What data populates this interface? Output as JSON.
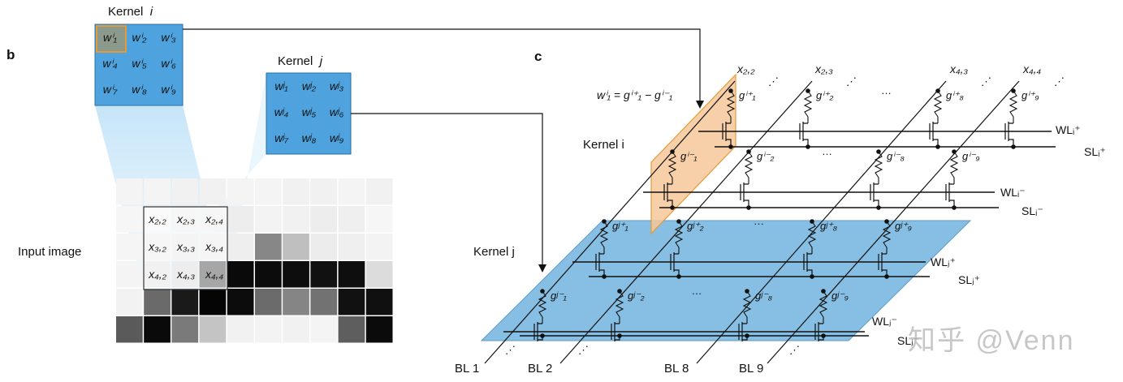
{
  "panels": {
    "b": "b",
    "c": "c"
  },
  "kernel_i": {
    "title": "Kernel",
    "index": "i",
    "weights": [
      "w1i",
      "w2i",
      "w3i",
      "w4i",
      "w5i",
      "w6i",
      "w7i",
      "w8i",
      "w9i"
    ],
    "weight_labels": [
      "wⁱ₁",
      "wⁱ₂",
      "wⁱ₃",
      "wⁱ₄",
      "wⁱ₅",
      "wⁱ₆",
      "wⁱ₇",
      "wⁱ₈",
      "wⁱ₉"
    ]
  },
  "kernel_j": {
    "title": "Kernel",
    "index": "j",
    "weight_labels": [
      "wʲ₁",
      "wʲ₂",
      "wʲ₃",
      "wʲ₄",
      "wʲ₅",
      "wʲ₆",
      "wʲ₇",
      "wʲ₈",
      "wʲ₉"
    ]
  },
  "input_image": {
    "label": "Input image",
    "patch_labels": [
      "x₂,₂",
      "x₂,₃",
      "x₂,₄",
      "x₃,₂",
      "x₃,₃",
      "x₃,₄",
      "x₄,₂",
      "x₄,₃",
      "x₄,₄"
    ],
    "grid_gray": [
      [
        "#f4f4f4",
        "#f4f4f4",
        "#f1f1f1",
        "#f1f1f1",
        "#f4f4f4",
        "#f4f4f4",
        "#f1f1f1",
        "#f1f1f1",
        "#f4f4f4",
        "#f1f1f1"
      ],
      [
        "#f6f6f6",
        "#f3f3f3",
        "#ececec",
        "#ececec",
        "#ededed",
        "#f3f3f3",
        "#f1f1f1",
        "#ededed",
        "#efefef",
        "#f6f6f6"
      ],
      [
        "#f5f5f5",
        "#eaeaea",
        "#e6e6e6",
        "#e9e9e9",
        "#eeeeee",
        "#878787",
        "#bfbfbf",
        "#ececec",
        "#efefef",
        "#f3f3f3"
      ],
      [
        "#f4f4f4",
        "#e0e0e0",
        "#d8d8d8",
        "#3a3a3a",
        "#0a0a0a",
        "#0c0c0c",
        "#0d0d0d",
        "#111111",
        "#0e0e0e",
        "#dcdcdc"
      ],
      [
        "#f2f2f2",
        "#6a6a6a",
        "#1a1a1a",
        "#050505",
        "#0c0c0c",
        "#6b6b6b",
        "#858585",
        "#727272",
        "#111111",
        "#101010"
      ],
      [
        "#5a5a5a",
        "#0a0a0a",
        "#7a7a7a",
        "#c4c4c4",
        "#f1f1f1",
        "#f3f3f3",
        "#f1f1f1",
        "#f4f4f4",
        "#5e5e5e",
        "#0b0b0b"
      ]
    ]
  },
  "crossbar": {
    "equation": "wⁱ₁ = gⁱ⁺₁ − gⁱ⁻₁",
    "kernel_i_label": "Kernel i",
    "kernel_j_label": "Kernel j",
    "top_inputs": [
      "x₂,₂",
      "x₂,₃",
      "x₄,₃",
      "x₄,₄"
    ],
    "rows": {
      "i_plus": {
        "conductances": [
          "gⁱ⁺₁",
          "gⁱ⁺₂",
          "gⁱ⁺₈",
          "gⁱ⁺₉"
        ],
        "wl": "WLᵢ⁺",
        "sl": "SLᵢ⁺"
      },
      "i_minus": {
        "conductances": [
          "gⁱ⁻₁",
          "gⁱ⁻₂",
          "gⁱ⁻₈",
          "gⁱ⁻₉"
        ],
        "wl": "WLᵢ⁻",
        "sl": "SLᵢ⁻"
      },
      "j_plus": {
        "conductances": [
          "gʲ⁺₁",
          "gʲ⁺₂",
          "gʲ⁺₈",
          "gʲ⁺₉"
        ],
        "wl": "WLⱼ⁺",
        "sl": "SLⱼ⁺"
      },
      "j_minus": {
        "conductances": [
          "gʲ⁻₁",
          "gʲ⁻₂",
          "gʲ⁻₈",
          "gʲ⁻₉"
        ],
        "wl": "WLⱼ⁻",
        "sl": "SLⱼ⁻"
      }
    },
    "bit_lines": [
      "BL 1",
      "BL 2",
      "BL 8",
      "BL 9"
    ],
    "ellipsis": "…",
    "ellipsis_v": "⋰"
  },
  "watermark": "知乎 @Venn",
  "colors": {
    "kernel_blue": "#4ea3df",
    "plane_blue": "#86bfe3",
    "plane_orange": "#f6c89a",
    "orange_edge": "#e39a3a",
    "beam": "#cfe8f8"
  }
}
